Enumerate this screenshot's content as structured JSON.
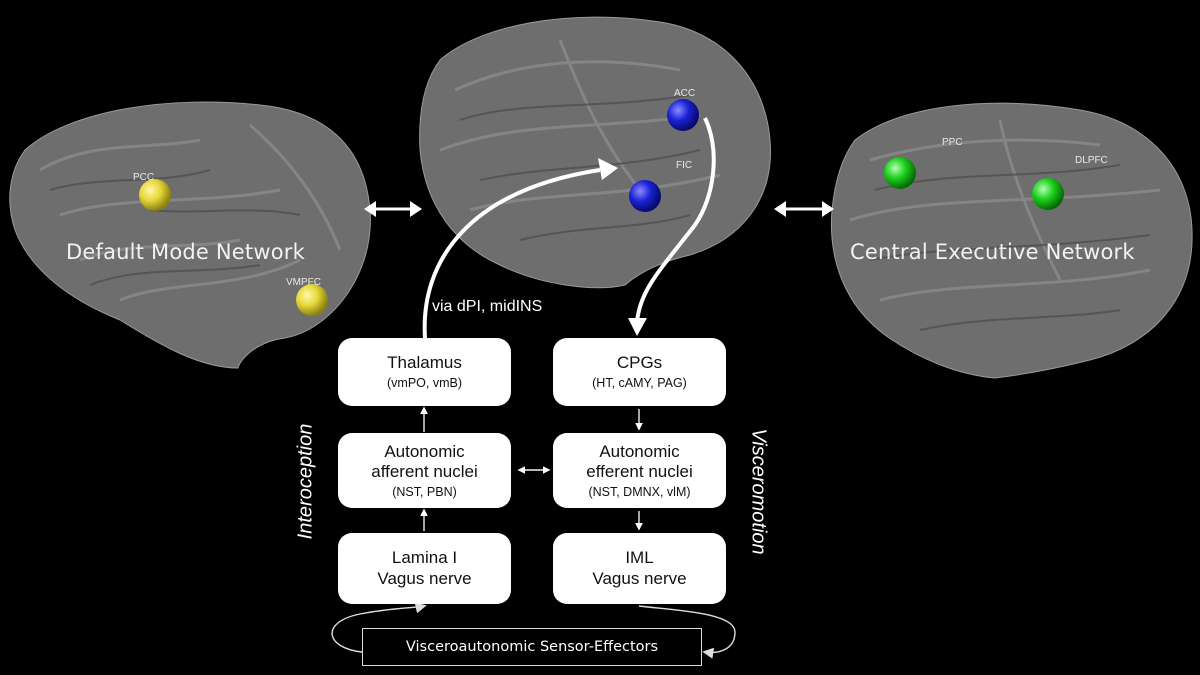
{
  "networks": {
    "default_mode": {
      "title": "Default Mode Network",
      "nodes": [
        "PCC",
        "VMPFC"
      ],
      "node_color": "#e6d83a"
    },
    "salience": {
      "nodes": [
        "ACC",
        "FIC"
      ],
      "node_color": "#1a22d6"
    },
    "central_executive": {
      "title": "Central Executive Network",
      "nodes": [
        "PPC",
        "DLPFC"
      ],
      "node_color": "#1ccf1c"
    }
  },
  "pathway_label": "via dPI, midINS",
  "side_labels": {
    "left": "Interoception",
    "right": "Visceromotion"
  },
  "boxes": {
    "thalamus": {
      "title": "Thalamus",
      "sub": "(vmPO, vmB)"
    },
    "cpgs": {
      "title": "CPGs",
      "sub": "(HT, cAMY, PAG)"
    },
    "afferent": {
      "line1": "Autonomic",
      "line2": "afferent nuclei",
      "sub": "(NST, PBN)"
    },
    "efferent": {
      "line1": "Autonomic",
      "line2": "efferent nuclei",
      "sub": "(NST, DMNX, vlM)"
    },
    "lamina": {
      "line1": "Lamina I",
      "line2": "Vagus nerve"
    },
    "iml": {
      "line1": "IML",
      "line2": "Vagus nerve"
    }
  },
  "sensor_label": "Visceroautonomic Sensor-Effectors",
  "colors": {
    "background": "#000000",
    "brain": "#6e6e6e",
    "box": "#ffffff"
  }
}
